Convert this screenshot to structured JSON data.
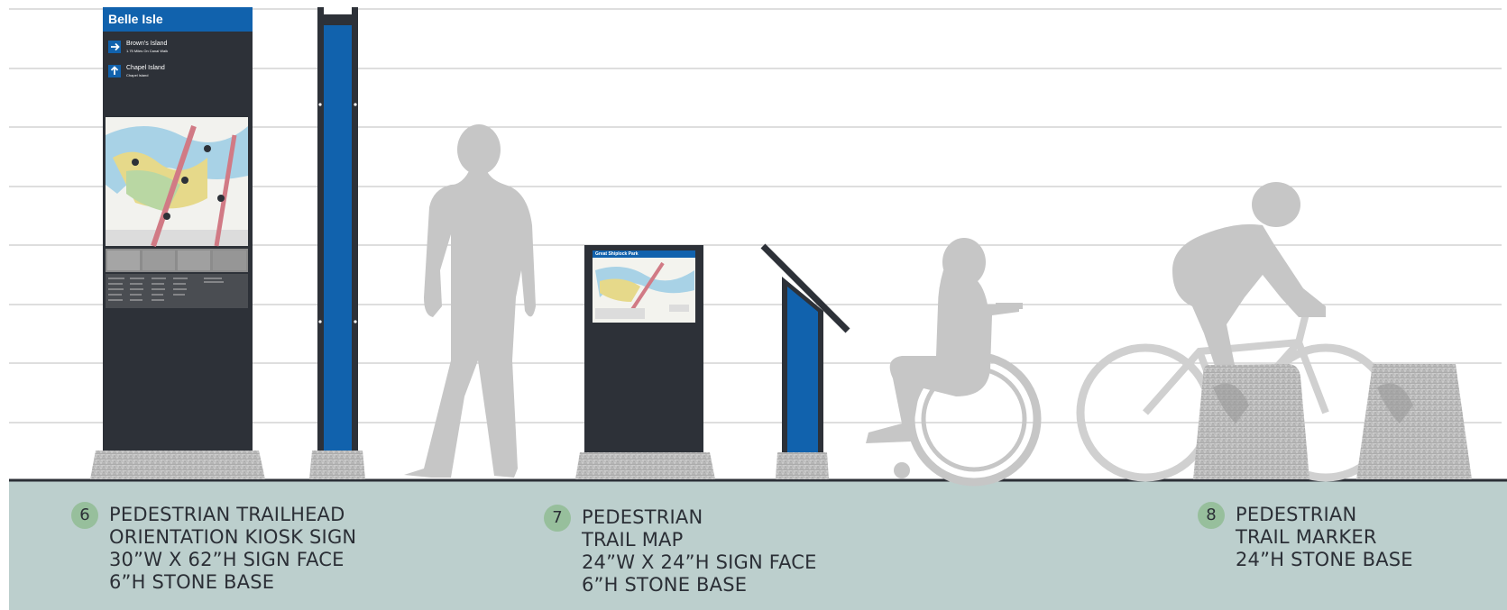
{
  "kiosk": {
    "title": "Belle Isle",
    "destinations": [
      {
        "name": "Brown’s Island",
        "sub": "1.75 Miles On Canal Walk",
        "icon": "arrow-right-icon"
      },
      {
        "name": "Chapel Island",
        "sub": "Chapel Island",
        "icon": "arrow-up-icon"
      }
    ]
  },
  "trail_map_sign": {
    "title": "Great Shiplock Park"
  },
  "labels": [
    {
      "number": "6",
      "lines": [
        "PEDESTRIAN TRAILHEAD",
        "ORIENTATION KIOSK SIGN",
        "30”W X 62”H SIGN FACE",
        "6”H STONE BASE"
      ]
    },
    {
      "number": "7",
      "lines": [
        "PEDESTRIAN",
        "TRAIL MAP",
        "24”W X 24”H SIGN FACE",
        "6”H STONE BASE"
      ]
    },
    {
      "number": "8",
      "lines": [
        "PEDESTRIAN",
        "TRAIL MARKER",
        "24”H STONE BASE"
      ]
    }
  ],
  "colors": {
    "sign_navy": "#2d3138",
    "sign_blue": "#1162ad",
    "ground_band": "#bccfcd",
    "badge_green": "#97bf9c",
    "silhouette": "#c6c6c6",
    "stone": "#bdbdbd",
    "grid_line": "#c9c9c9"
  }
}
